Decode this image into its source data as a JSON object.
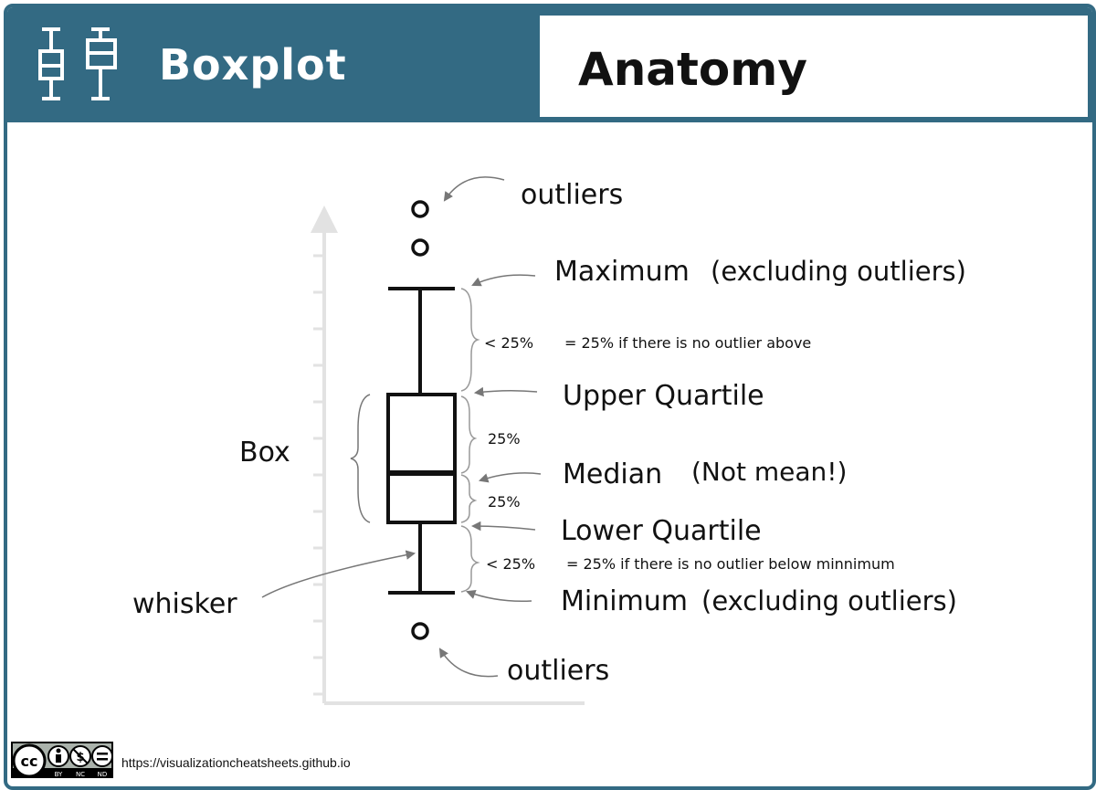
{
  "header": {
    "title": "Boxplot",
    "subtitle": "Anatomy"
  },
  "labels": {
    "outliers_top": "outliers",
    "maximum": "Maximum",
    "maximum_note": "(excluding outliers)",
    "lt25_top": "< 25%",
    "eq25_top": "= 25% if there is no outlier above",
    "upper_quartile": "Upper Quartile",
    "box": "Box",
    "pct25_upper": "25%",
    "median": "Median",
    "median_note": "(Not mean!)",
    "pct25_lower": "25%",
    "lower_quartile": "Lower Quartile",
    "lt25_bottom": "< 25%",
    "eq25_bottom": "= 25% if there is no outlier below minnimum",
    "whisker": "whisker",
    "minimum": "Minimum",
    "minimum_note": "(excluding outliers)",
    "outliers_bottom": "outliers"
  },
  "footer": {
    "url": "https://visualizationcheatsheets.github.io",
    "license": [
      "BY",
      "NC",
      "ND"
    ]
  },
  "colors": {
    "accent": "#336a83",
    "axis": "#e2e2e2",
    "ink": "#111111",
    "arrow": "#777777"
  }
}
